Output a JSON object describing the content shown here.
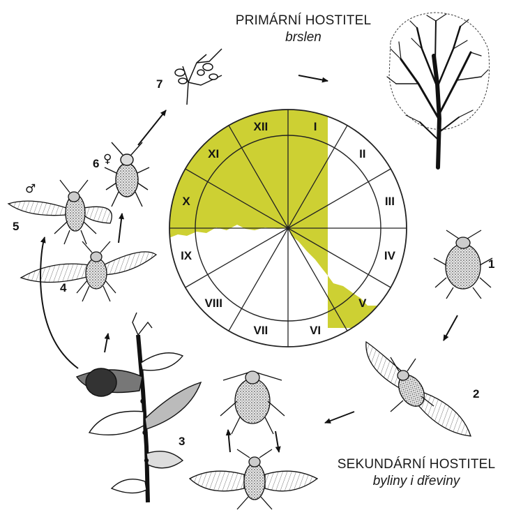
{
  "primary_host": {
    "title": "PRIMÁRNÍ HOSTITEL",
    "subtitle": "brslen"
  },
  "secondary_host": {
    "title": "SEKUNDÁRNÍ HOSTITEL",
    "subtitle": "byliny i dřeviny"
  },
  "months": [
    "I",
    "II",
    "III",
    "IV",
    "V",
    "VI",
    "VII",
    "VIII",
    "IX",
    "X",
    "XI",
    "XII"
  ],
  "primary_host_months": [
    "X",
    "XI",
    "XII",
    "I",
    "II",
    "III",
    "IV",
    "V"
  ],
  "secondary_host_months": [
    "V",
    "VI",
    "VII",
    "VIII",
    "IX"
  ],
  "stages": [
    {
      "number": "1"
    },
    {
      "number": "2"
    },
    {
      "number": "3"
    },
    {
      "number": "4"
    },
    {
      "number": "5",
      "symbol": "♂"
    },
    {
      "number": "6",
      "symbol": "♀"
    },
    {
      "number": "7"
    }
  ],
  "colors": {
    "primary_fill": "#cdd033",
    "secondary_fill": "#ffffff",
    "ink": "#1a1a1a"
  }
}
